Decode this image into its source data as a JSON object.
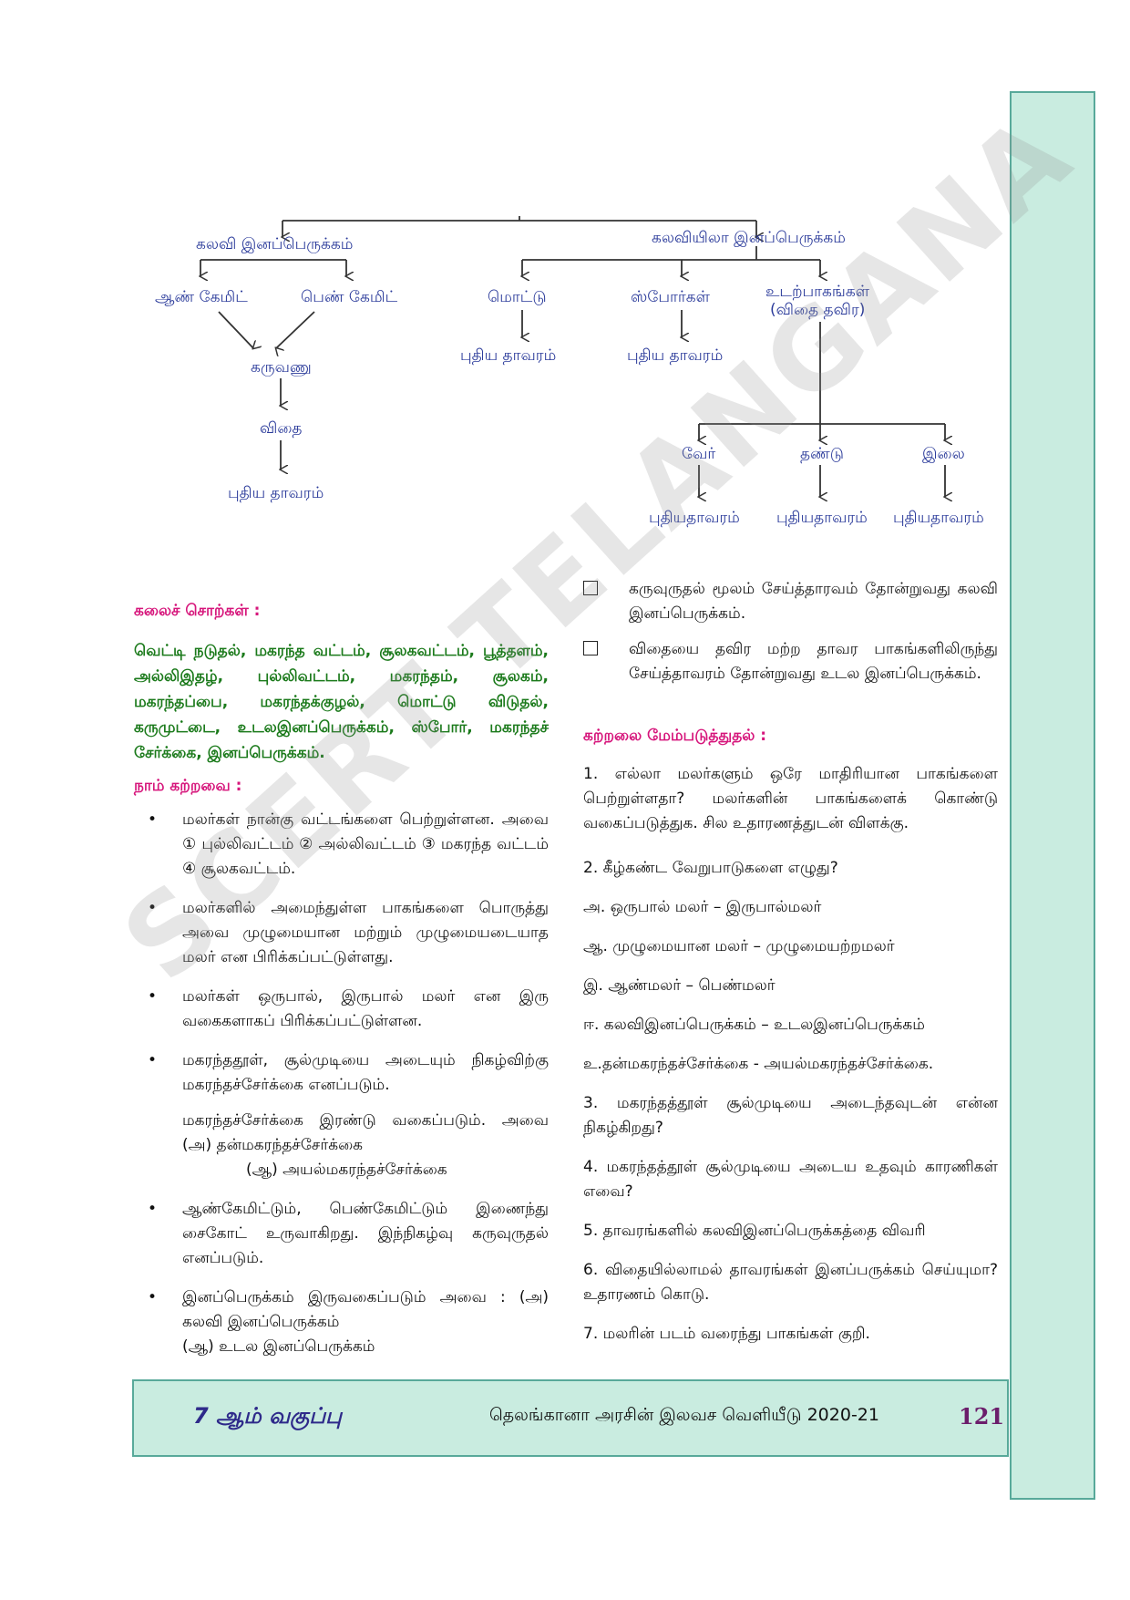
{
  "diagram": {
    "sexual": "கலவி இனப்பெருக்கம்",
    "asexual": "கலவியிலா இனப்பெருக்கம்",
    "male_gamete": "ஆண் கேமிட்",
    "female_gamete": "பெண் கேமிட்",
    "zygote": "கருவணு",
    "seed": "விதை",
    "new_plant": "புதிய தாவரம்",
    "bud": "மொட்டு",
    "spores": "ஸ்போர்கள்",
    "veg_parts_line1": "உடற்பாகங்கள்",
    "veg_parts_line2": "(விதை தவிர)",
    "bud_new_plant": "புதிய தாவரம்",
    "spore_new_plant": "புதிய தாவரம்",
    "root": "வேர்",
    "stem": "தண்டு",
    "leaf": "இலை",
    "root_new_plant": "புதியதாவரம்",
    "stem_new_plant": "புதியதாவரம்",
    "leaf_new_plant": "புதியதாவரம்"
  },
  "keywords": {
    "heading": "கலைச் சொற்கள் :",
    "text": "வெட்டி நடுதல், மகரந்த வட்டம், சூலகவட்டம், பூத்தளம், அல்லிஇதழ், புல்லிவட்டம், மகரந்தம், சூலகம், மகரந்தப்பை, மகரந்தக்குழல், மொட்டு விடுதல், கருமுட்டை, உடலஇனப்பெருக்கம், ஸ்போர், மகரந்தச் சேர்க்கை, இனப்பெருக்கம்."
  },
  "learned": {
    "heading": "நாம் கற்றவை :",
    "items": [
      {
        "text": "மலர்கள் நான்கு வட்டங்களை பெற்றுள்ளன. அவை ① புல்லிவட்டம் ② அல்லிவட்டம் ③ மகரந்த வட்டம் ④ சூலகவட்டம்."
      },
      {
        "text": "மலர்களில் அமைந்துள்ள பாகங்களை பொருத்து அவை முழுமையான மற்றும் முழுமையடையாத மலர் என பிரிக்கப்பட்டுள்ளது."
      },
      {
        "text": "மலர்கள் ஒருபால், இருபால் மலர் என இரு வகைகளாகப் பிரிக்கப்பட்டுள்ளன."
      },
      {
        "text": "மகரந்ததூள், சூல்முடியை அடையும் நிகழ்விற்கு மகரந்தச்சேர்க்கை எனப்படும்.",
        "sub1": "மகரந்தச்சேர்க்கை இரண்டு வகைப்படும். அவை (அ) தன்மகரந்தச்சேர்க்கை",
        "sub2": "(ஆ) அயல்மகரந்தச்சேர்க்கை"
      },
      {
        "text": "ஆண்கேமிட்டும், பெண்கேமிட்டும் இணைந்து சைகோட் உருவாகிறது. இந்நிகழ்வு கருவுருதல் எனப்படும்."
      },
      {
        "text": "இனப்பெருக்கம் இருவகைப்படும் அவை : (அ) கலவி இனப்பெருக்கம்",
        "sub1": "(ஆ) உடல இனப்பெருக்கம்"
      }
    ]
  },
  "summary": [
    "கருவுருதல் மூலம் சேய்த்தாரவம் தோன்றுவது கலவி இனப்பெருக்கம்.",
    "விதையை தவிர மற்ற தாவர பாகங்களிலிருந்து சேய்த்தாவரம் தோன்றுவது உடல இனப்பெருக்கம்."
  ],
  "improve": {
    "heading": "கற்றலை மேம்படுத்துதல் :",
    "questions": [
      "1. எல்லா மலர்களும் ஒரே மாதிரியான பாகங்களை பெற்றுள்ளதா? மலர்களின் பாகங்களைக் கொண்டு வகைப்படுத்துக. சில உதாரணத்துடன் விளக்கு.",
      "2.    கீழ்கண்ட வேறுபாடுகளை எழுது?",
      "அ.     ஒருபால் மலர் – இருபால்மலர்",
      "ஆ. முழுமையான மலர் – முழுமையற்றமலர்",
      "இ. ஆண்மலர் – பெண்மலர்",
      "ஈ. கலவிஇனப்பெருக்கம் – உடலஇனப்பெருக்கம்",
      "உ.தன்மகரந்தச்சேர்க்கை - அயல்மகரந்தச்சேர்க்கை.",
      "3. மகரந்தத்தூள் சூல்முடியை அடைந்தவுடன் என்ன நிகழ்கிறது?",
      "4. மகரந்தத்தூள் சூல்முடியை அடைய உதவும் காரணிகள் எவை?",
      "5. தாவரங்களில் கலவிஇனப்பெருக்கத்தை விவரி",
      "6. விதையில்லாமல் தாவரங்கள் இனப்பருக்கம் செய்யுமா? உதாரணம் கொடு.",
      "7. மலரின் படம் வரைந்து பாகங்கள் குறி."
    ]
  },
  "footer": {
    "class_label": "7 ஆம் வகுப்பு",
    "publisher": "தெலங்கானா அரசின் இலவச வெளியீடு 2020-21",
    "page_number": "121"
  },
  "watermark": "SCERT TELANGANA",
  "colors": {
    "accent_teal": "#c9ece0",
    "border_teal": "#58a99a",
    "heading_pink": "#d6157b",
    "keyword_green": "#1b7a1b",
    "diagram_blue": "#2a3a9a"
  }
}
